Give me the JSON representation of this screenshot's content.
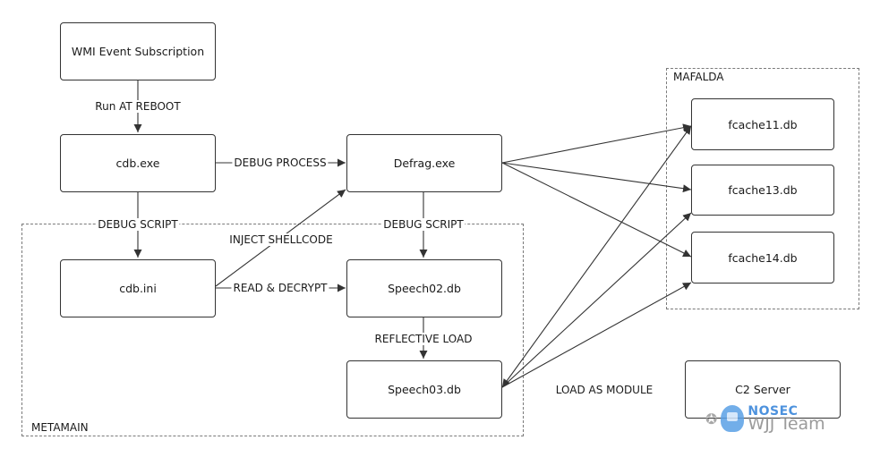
{
  "nodes": {
    "wmi": "WMI Event Subscription",
    "cdb_exe": "cdb.exe",
    "defrag": "Defrag.exe",
    "cdb_ini": "cdb.ini",
    "speech02": "Speech02.db",
    "speech03": "Speech03.db",
    "fcache11": "fcache11.db",
    "fcache13": "fcache13.db",
    "fcache14": "fcache14.db",
    "c2": "C2 Server"
  },
  "groups": {
    "mafalda": "MAFALDA",
    "metamain": "METAMAIN"
  },
  "edge_labels": {
    "run_at_reboot": "Run AT REBOOT",
    "debug_process": "DEBUG PROCESS",
    "debug_script_left": "DEBUG SCRIPT",
    "debug_script_right": "DEBUG SCRIPT",
    "inject_shellcode": "INJECT SHELLCODE",
    "read_decrypt": "READ & DECRYPT",
    "reflective_load": "REFLECTIVE LOAD",
    "load_as_module": "LOAD AS MODULE"
  },
  "watermark": {
    "brand": "NOSEC",
    "team": "WJJ Team"
  },
  "colors": {
    "stroke": "#333333",
    "group_border": "#7a7a7a"
  }
}
